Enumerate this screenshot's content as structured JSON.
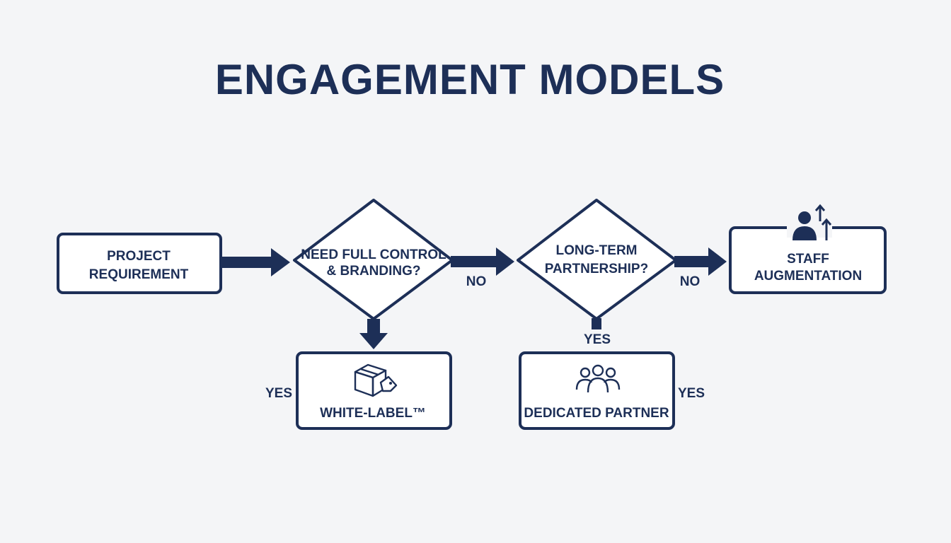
{
  "title": "ENGAGEMENT MODELS",
  "colors": {
    "primary": "#1d2f57",
    "background": "#f4f5f7",
    "box_fill": "#ffffff"
  },
  "nodes": {
    "project_requirement": {
      "line1": "PROJECT",
      "line2": "REQUIREMENT"
    },
    "decision_control": {
      "line1": "NEED FULL CONTROL",
      "line2": "& BRANDING?"
    },
    "decision_partnership": {
      "line1": "LONG-TERM",
      "line2": "PARTNERSHIP?"
    },
    "staff_augmentation": {
      "line1": "STAFF",
      "line2": "AUGMENTATION",
      "icon": "person-arrows-up-icon"
    },
    "white_label": {
      "label": "WHITE-LABEL™",
      "icon": "package-tag-icon"
    },
    "dedicated_partner": {
      "label": "DEDICATED PARTNER",
      "icon": "team-group-icon"
    }
  },
  "labels": {
    "control_no": "NO",
    "partnership_no": "NO",
    "control_yes": "YES",
    "partnership_yes_bottom": "YES",
    "partnership_yes_side": "YES"
  }
}
